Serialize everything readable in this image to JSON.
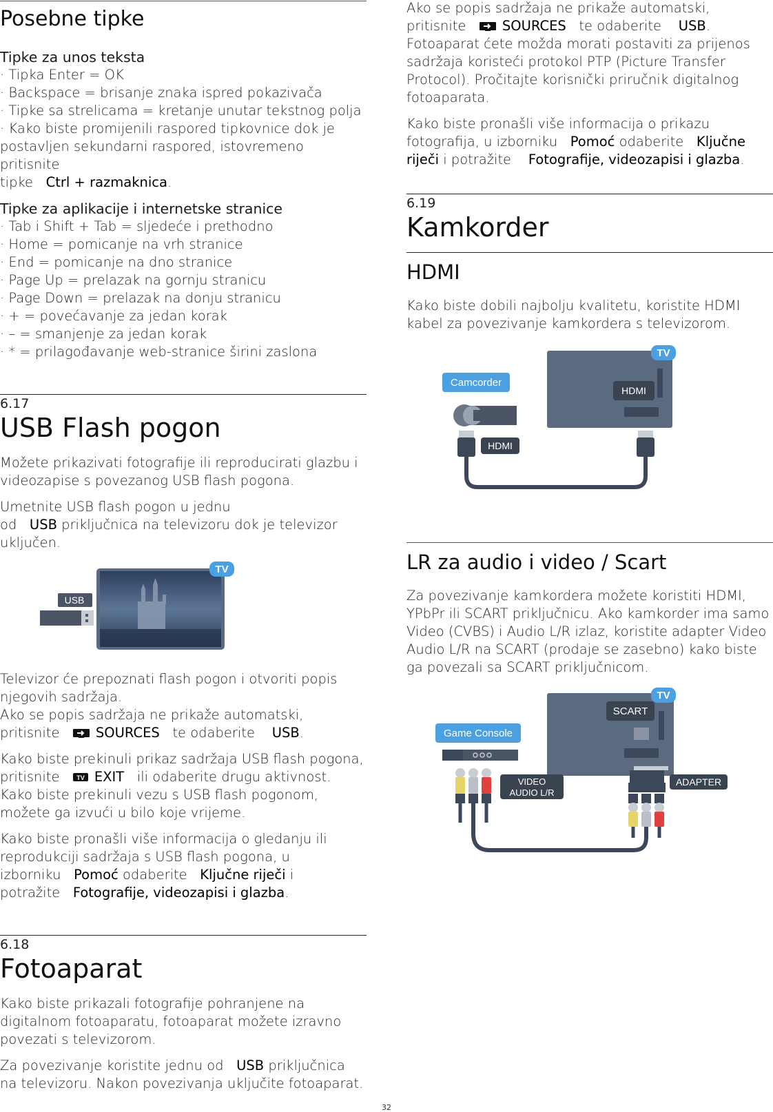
{
  "left": {
    "posebne": {
      "title": "Posebne tipke",
      "text_sub": "Tipke za unos teksta",
      "text_items": [
        "· Tipka Enter = OK",
        "· Backspace = brisanje znaka ispred pokazivača",
        "· Tipke sa strelicama = kretanje unutar tekstnog polja",
        "· Kako biste promijenili raspored tipkovnice dok je",
        "postavljen sekundarni raspored, istovremeno pritisnite"
      ],
      "text_last_pre": "tipke",
      "text_last_hl": "Ctrl + razmaknica",
      "text_last_post": ".",
      "app_sub": "Tipke za aplikacije i internetske stranice",
      "app_items": [
        "· Tab i Shift + Tab = sljedeće i prethodno",
        "· Home = pomicanje na vrh stranice",
        "· End = pomicanje na dno stranice",
        "· Page Up = prelazak na gornju stranicu",
        "· Page Down = prelazak na donju stranicu",
        "· + = povećavanje za jedan korak",
        "· – = smanjenje za jedan korak",
        "· * = prilagođavanje web-stranice širini zaslona"
      ]
    },
    "usb": {
      "num": "6.17",
      "title": "USB Flash pogon",
      "p1": [
        "Možete prikazivati fotografije ili reproducirati glazbu i",
        "videozapise s povezanog USB flash pogona."
      ],
      "p2_l1": "Umetnite USB flash pogon u jednu",
      "p2_l2_pre": "od",
      "p2_l2_hl": "USB",
      "p2_l2_post": "priključnica na televizoru dok je televizor",
      "p2_l3": "uključen.",
      "fig_usb_label": "USB",
      "fig_tv_badge": "TV",
      "p3": [
        "Televizor će prepoznati flash pogon i otvoriti popis",
        "njegovih sadržaja.",
        "Ako se popis sadržaja ne prikaže automatski,"
      ],
      "p3_last_pre": "pritisnite",
      "p3_last_hl1": "SOURCES",
      "p3_last_mid": "te odaberite",
      "p3_last_hl2": "USB",
      "p3_last_post": ".",
      "p4_l1": "Kako biste prekinuli prikaz sadržaja USB flash pogona,",
      "p4_l2_pre": "pritisnite",
      "p4_l2_icon_label": "TV",
      "p4_l2_hl": "EXIT",
      "p4_l2_post": "ili odaberite drugu aktivnost.",
      "p4_l3": "Kako biste prekinuli vezu s USB flash pogonom,",
      "p4_l4": "možete ga izvući u bilo koje vrijeme.",
      "p5_l1": "Kako biste pronašli više informacija o gledanju ili",
      "p5_l2": "reprodukciji sadržaja s USB flash pogona, u",
      "p5_l3_pre": "izborniku",
      "p5_l3_hl1": "Pomoć",
      "p5_l3_mid": "odaberite",
      "p5_l3_hl2": "Ključne riječi",
      "p5_l3_post": "i",
      "p5_l4_pre": "potražite",
      "p5_l4_hl": "Fotografije, videozapisi i glazba",
      "p5_l4_post": "."
    },
    "foto": {
      "num": "6.18",
      "title": "Fotoaparat",
      "p1": [
        "Kako biste prikazali fotografije pohranjene na",
        "digitalnom fotoaparatu, fotoaparat možete izravno",
        "povezati s televizorom."
      ],
      "p2_l1_pre": "Za povezivanje koristite jednu od",
      "p2_l1_hl": "USB",
      "p2_l1_post": "priključnica",
      "p2_l2": "na televizoru. Nakon povezivanja uključite fotoaparat."
    }
  },
  "right": {
    "foto_cont": {
      "l1": "Ako se popis sadržaja ne prikaže automatski,",
      "l2_pre": "pritisnite",
      "l2_hl1": "SOURCES",
      "l2_mid": "te odaberite",
      "l2_hl2": "USB",
      "l2_post": ".",
      "rest": [
        "Fotoaparat ćete možda morati postaviti za prijenos",
        "sadržaja koristeći protokol PTP (Picture Transfer",
        "Protocol). Pročitajte korisnički priručnik digitalnog",
        "fotoaparata."
      ],
      "p2_l1": "Kako biste pronašli više informacija o prikazu",
      "p2_l2_pre": "fotografija, u izborniku",
      "p2_l2_hl1": "Pomoć",
      "p2_l2_mid": "odaberite",
      "p2_l2_hl2": "Ključne",
      "p2_l3_hl1": "riječi",
      "p2_l3_mid": "i potražite",
      "p2_l3_hl2": "Fotografije, videozapisi i glazba",
      "p2_l3_post": "."
    },
    "kam": {
      "num": "6.19",
      "title": "Kamkorder",
      "hdmi_title": "HDMI",
      "hdmi_p": [
        "Kako biste dobili najbolju kvalitetu, koristite HDMI",
        "kabel za povezivanje kamkordera s televizorom."
      ],
      "fig1_tv": "TV",
      "fig1_camcorder": "Camcorder",
      "fig1_hdmi_tv": "HDMI",
      "fig1_hdmi_cable": "HDMI",
      "lr_title": "LR za audio i video / Scart",
      "lr_p": [
        "Za povezivanje kamkordera možete koristiti HDMI,",
        "YPbPr ili SCART priključnicu. Ako kamkorder ima samo",
        "Video (CVBS) i Audio L/R izlaz, koristite adapter Video",
        "Audio L/R na SCART (prodaje se zasebno) kako biste",
        "ga povezali sa SCART priključnicom."
      ],
      "fig2_tv": "TV",
      "fig2_scart": "SCART",
      "fig2_game": "Game Console",
      "fig2_video": "VIDEO",
      "fig2_audio": "AUDIO  L/R",
      "fig2_adapter": "ADAPTER"
    }
  },
  "page_number": "32"
}
